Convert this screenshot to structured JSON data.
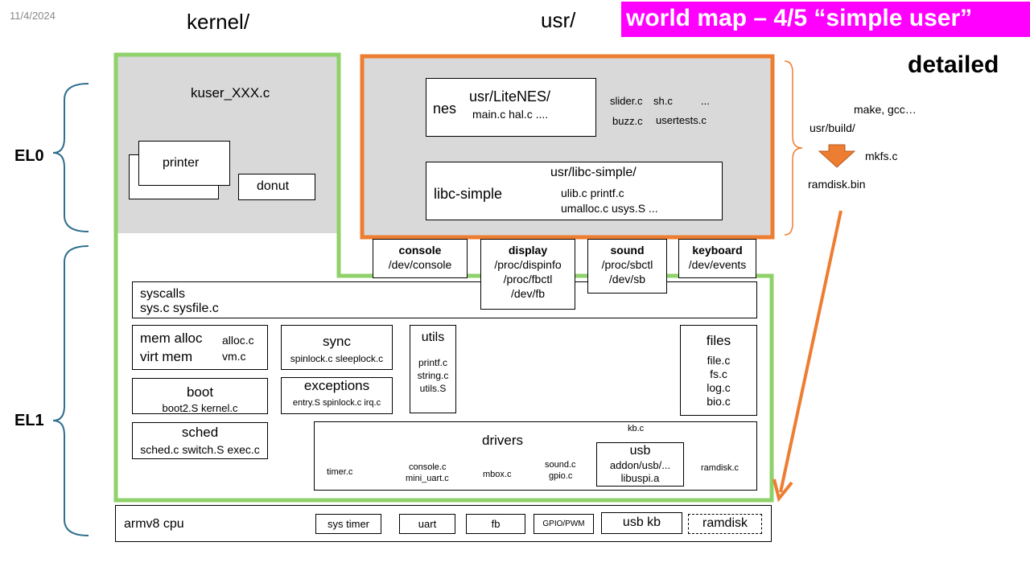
{
  "header": {
    "date": "11/4/2024",
    "kernel_label": "kernel/",
    "usr_label": "usr/",
    "title": "world map – 4/5 “simple user”",
    "subtitle": "detailed"
  },
  "levels": {
    "el0": "EL0",
    "el1": "EL1"
  },
  "kernel_user": {
    "file": "kuser_XXX.c",
    "printer": "printer",
    "donut": "donut"
  },
  "usr": {
    "nes": {
      "label": "nes",
      "path": "usr/LiteNES/",
      "files": "main.c hal.c ...."
    },
    "apps": {
      "slider": "slider.c",
      "sh": "sh.c",
      "more": "...",
      "buzz": "buzz.c",
      "usertests": "usertests.c"
    },
    "libc": {
      "label": "libc-simple",
      "path": "usr/libc-simple/",
      "files1": "ulib.c printf.c",
      "files2": "umalloc.c usys.S ..."
    }
  },
  "build": {
    "tools": "make, gcc…",
    "dir": "usr/build/",
    "mkfs": "mkfs.c",
    "ramdisk": "ramdisk.bin"
  },
  "devices": {
    "console": {
      "title": "console",
      "paths": [
        "/dev/console"
      ]
    },
    "display": {
      "title": "display",
      "paths": [
        "/proc/dispinfo",
        "/proc/fbctl",
        "/dev/fb"
      ]
    },
    "sound": {
      "title": "sound",
      "paths": [
        "/proc/sbctl",
        "/dev/sb"
      ]
    },
    "keyboard": {
      "title": "keyboard",
      "paths": [
        "/dev/events"
      ]
    }
  },
  "kernel": {
    "syscalls": {
      "title": "syscalls",
      "files": "sys.c sysfile.c"
    },
    "mem": {
      "line1": "mem alloc",
      "line2": "virt mem",
      "file1": "alloc.c",
      "file2": "vm.c"
    },
    "sync": {
      "title": "sync",
      "files": "spinlock.c sleeplock.c"
    },
    "utils": {
      "title": "utils",
      "files": [
        "printf.c",
        "string.c",
        "utils.S"
      ]
    },
    "files": {
      "title": "files",
      "files": [
        "file.c",
        "fs.c",
        "log.c",
        "bio.c"
      ]
    },
    "boot": {
      "title": "boot",
      "files": "boot2.S kernel.c"
    },
    "exceptions": {
      "title": "exceptions",
      "files": "entry.S spinlock.c irq.c"
    },
    "sched": {
      "title": "sched",
      "files": "sched.c switch.S exec.c"
    },
    "drivers": {
      "title": "drivers",
      "kb": "kb.c",
      "timer": "timer.c",
      "console": "console.c",
      "uart": "mini_uart.c",
      "mbox": "mbox.c",
      "sound": "sound.c",
      "gpio": "gpio.c",
      "usb_title": "usb",
      "usb_line1": "addon/usb/...",
      "usb_line2": "libuspi.a",
      "ramdisk": "ramdisk.c"
    }
  },
  "hardware": {
    "cpu": "armv8 cpu",
    "items": [
      "sys timer",
      "uart",
      "fb",
      "GPIO/PWM",
      "usb kb",
      "ramdisk"
    ]
  },
  "colors": {
    "green": "#8fd16a",
    "orange": "#ed7d31",
    "blue_brace": "#2e6e8e",
    "magenta": "#ff00ff",
    "gray": "#d9d9d9"
  }
}
